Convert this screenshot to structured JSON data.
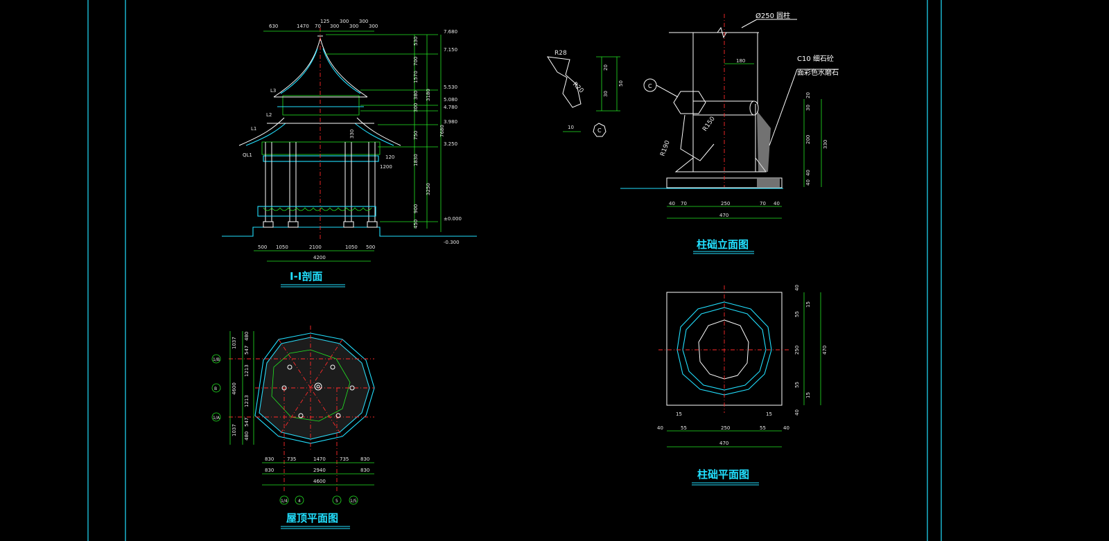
{
  "titles": {
    "section": "I-I剖面",
    "foundation_elevation": "柱础立面图",
    "roof_plan": "屋顶平面图",
    "foundation_plan": "柱础平面图"
  },
  "notes": {
    "column": "Ø250 圆柱",
    "material_1": "C10 细石砼",
    "material_2": "面彩色水磨石",
    "circle_c": "C"
  },
  "section": {
    "top_dims": [
      "630",
      "1470",
      "70",
      "125",
      "300",
      "300",
      "300",
      "300",
      "300"
    ],
    "elev_marks": [
      "7.680",
      "7.150",
      "5.530",
      "5.080",
      "4.780",
      "3.980",
      "3.250",
      "±0.000",
      "-0.300"
    ],
    "level_labels": [
      "L1",
      "L2",
      "L3",
      "QL1"
    ],
    "right_dims_a": [
      "530",
      "700",
      "1570",
      "380",
      "300",
      "750",
      "1830",
      "3250",
      "900",
      "450"
    ],
    "right_dims_b": [
      "3180",
      "7680"
    ],
    "inner_dims": [
      "1200",
      "120",
      "330"
    ],
    "bottom_dims": [
      "500",
      "1050",
      "2100",
      "1050",
      "500"
    ],
    "bottom_total": "4200"
  },
  "detail": {
    "labels": [
      "R28",
      "R20",
      "20",
      "30",
      "50",
      "10"
    ]
  },
  "foundation_elevation": {
    "radii": [
      "R150",
      "R190"
    ],
    "top_dim": "180",
    "right_dims": [
      "20",
      "30",
      "200",
      "40",
      "40"
    ],
    "right_total": "330",
    "bottom_dims": [
      "40",
      "70",
      "250",
      "70",
      "40"
    ],
    "bottom_total": "470"
  },
  "roof_plan": {
    "axis_left": [
      "1/B",
      "B",
      "1/A"
    ],
    "left_dims_a": [
      "1037",
      "480",
      "547",
      "1213",
      "1213",
      "547",
      "480",
      "1037"
    ],
    "left_total": "4600",
    "bottom_dims_a": [
      "830",
      "735",
      "1470",
      "735",
      "830"
    ],
    "bottom_dims_b": [
      "830",
      "2940",
      "830"
    ],
    "bottom_total": "4600",
    "axis_bottom": [
      "1/4",
      "4",
      "5",
      "1/5"
    ]
  },
  "foundation_plan": {
    "right_dims": [
      "40",
      "15",
      "55",
      "250",
      "55",
      "15",
      "40"
    ],
    "right_total": "470",
    "bottom_dims": [
      "40",
      "55",
      "250",
      "55",
      "40"
    ],
    "small_dims": [
      "15",
      "15"
    ],
    "bottom_total": "470"
  }
}
